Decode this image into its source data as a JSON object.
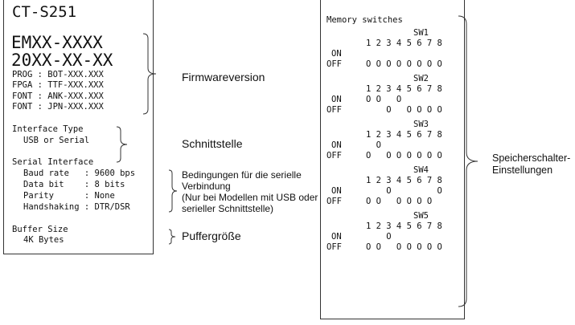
{
  "receipt": {
    "model": "CT-S251",
    "line1": "EMXX-XXXX",
    "line2": "20XX-XX-XX",
    "prog": "PROG : BOT-XXX.XXX",
    "fpga": "FPGA : TTF-XXX.XXX",
    "font1": "FONT : ANK-XXX.XXX",
    "font2": "FONT : JPN-XXX.XXX",
    "interface_type_title": "Interface Type",
    "interface_type_value": "USB or Serial",
    "serial_interface_title": "Serial Interface",
    "baud_rate": "Baud rate   : 9600 bps",
    "data_bit": "Data bit    : 8 bits",
    "parity": "Parity      : None",
    "handshaking": "Handshaking : DTR/DSR",
    "buffer_size_title": "Buffer Size",
    "buffer_size_value": "4K Bytes"
  },
  "labels": {
    "firmware": "Firmwareversion",
    "interface": "Schnittstelle",
    "serial_line1": "Bedingungen für die serielle",
    "serial_line2": "Verbindung",
    "serial_line3": "(Nur bei Modellen mit USB oder",
    "serial_line4": "serieller Schnittstelle)",
    "buffer": "Puffergröße",
    "memory_line1": "Speicherschalter-",
    "memory_line2": "Einstellungen"
  },
  "memory": {
    "title": "Memory switches",
    "numbers": "1 2 3 4 5 6 7 8",
    "on_label": "ON",
    "off_label": "OFF",
    "switches": [
      {
        "name": "SW1",
        "on_row": "               ",
        "off_row": "O O O O O O O O"
      },
      {
        "name": "SW2",
        "on_row": "O O   O        ",
        "off_row": "    O   O O O O"
      },
      {
        "name": "SW3",
        "on_row": "  O            ",
        "off_row": "O   O O O O O O"
      },
      {
        "name": "SW4",
        "on_row": "    O         O",
        "off_row": "O O   O O O O  "
      },
      {
        "name": "SW5",
        "on_row": "    O          ",
        "off_row": "O O   O O O O O"
      }
    ]
  }
}
